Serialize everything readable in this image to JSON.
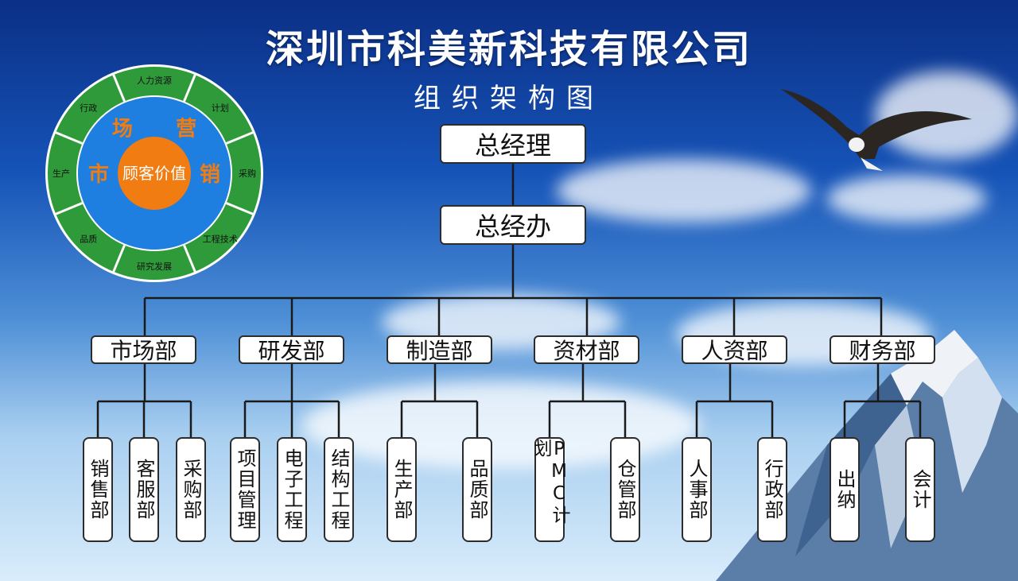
{
  "title": "深圳市科美新科技有限公司",
  "subtitle": "组织架构图",
  "general_manager": "总经理",
  "gm_office": "总经办",
  "departments": [
    {
      "name": "市场部",
      "subs": [
        "销售部",
        "客服部",
        "采购部"
      ]
    },
    {
      "name": "研发部",
      "subs": [
        "项目管理",
        "电子工程",
        "结构工程"
      ]
    },
    {
      "name": "制造部",
      "subs": [
        "生产部",
        "品质部"
      ]
    },
    {
      "name": "资材部",
      "subs": [
        "PMC计划",
        "仓管部"
      ]
    },
    {
      "name": "人资部",
      "subs": [
        "人事部",
        "行政部"
      ]
    },
    {
      "name": "财务部",
      "subs": [
        "出纳",
        "会计"
      ]
    }
  ],
  "wheel": {
    "center": "顾客价值",
    "inner": [
      "市",
      "场",
      "营",
      "销"
    ],
    "outer": [
      "人力资源",
      "计划",
      "采购",
      "工程技术",
      "研究发展",
      "品质",
      "生产",
      "行政"
    ],
    "colors": {
      "outer": "#2e9a3a",
      "middle": "#1f7fe0",
      "center": "#f07c12",
      "inner_text": "#f07c12"
    }
  }
}
